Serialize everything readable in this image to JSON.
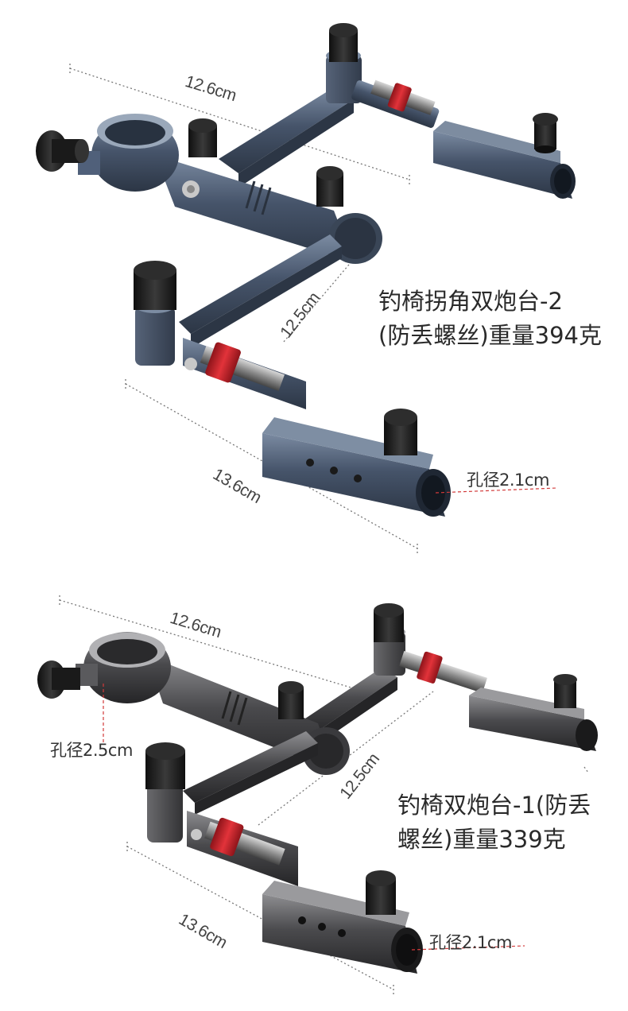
{
  "product_top": {
    "caption_line1": "钓椅拐角双炮台-2",
    "caption_line2": "(防丢螺丝)重量394克",
    "dim_top": "12.6cm",
    "dim_middle": "12.5cm",
    "dim_bottom": "13.6cm",
    "hole_label": "孔径2.1cm",
    "colors": {
      "body": "#3e4b5e",
      "highlight": "#6d7d93",
      "knob": "#1b1b1b",
      "spring_ring": "#c8262c"
    }
  },
  "product_bottom": {
    "caption_line1": "钓椅双炮台-1(防丢",
    "caption_line2": "螺丝)重量339克",
    "dim_top": "12.6cm",
    "dim_middle": "12.5cm",
    "dim_bottom": "13.6cm",
    "hole_label_clamp": "孔径2.5cm",
    "hole_label_tube": "孔径2.1cm",
    "colors": {
      "body": "#3c3c3e",
      "highlight": "#7a7a7d",
      "knob": "#1b1b1b",
      "spring_ring": "#c8262c"
    }
  }
}
